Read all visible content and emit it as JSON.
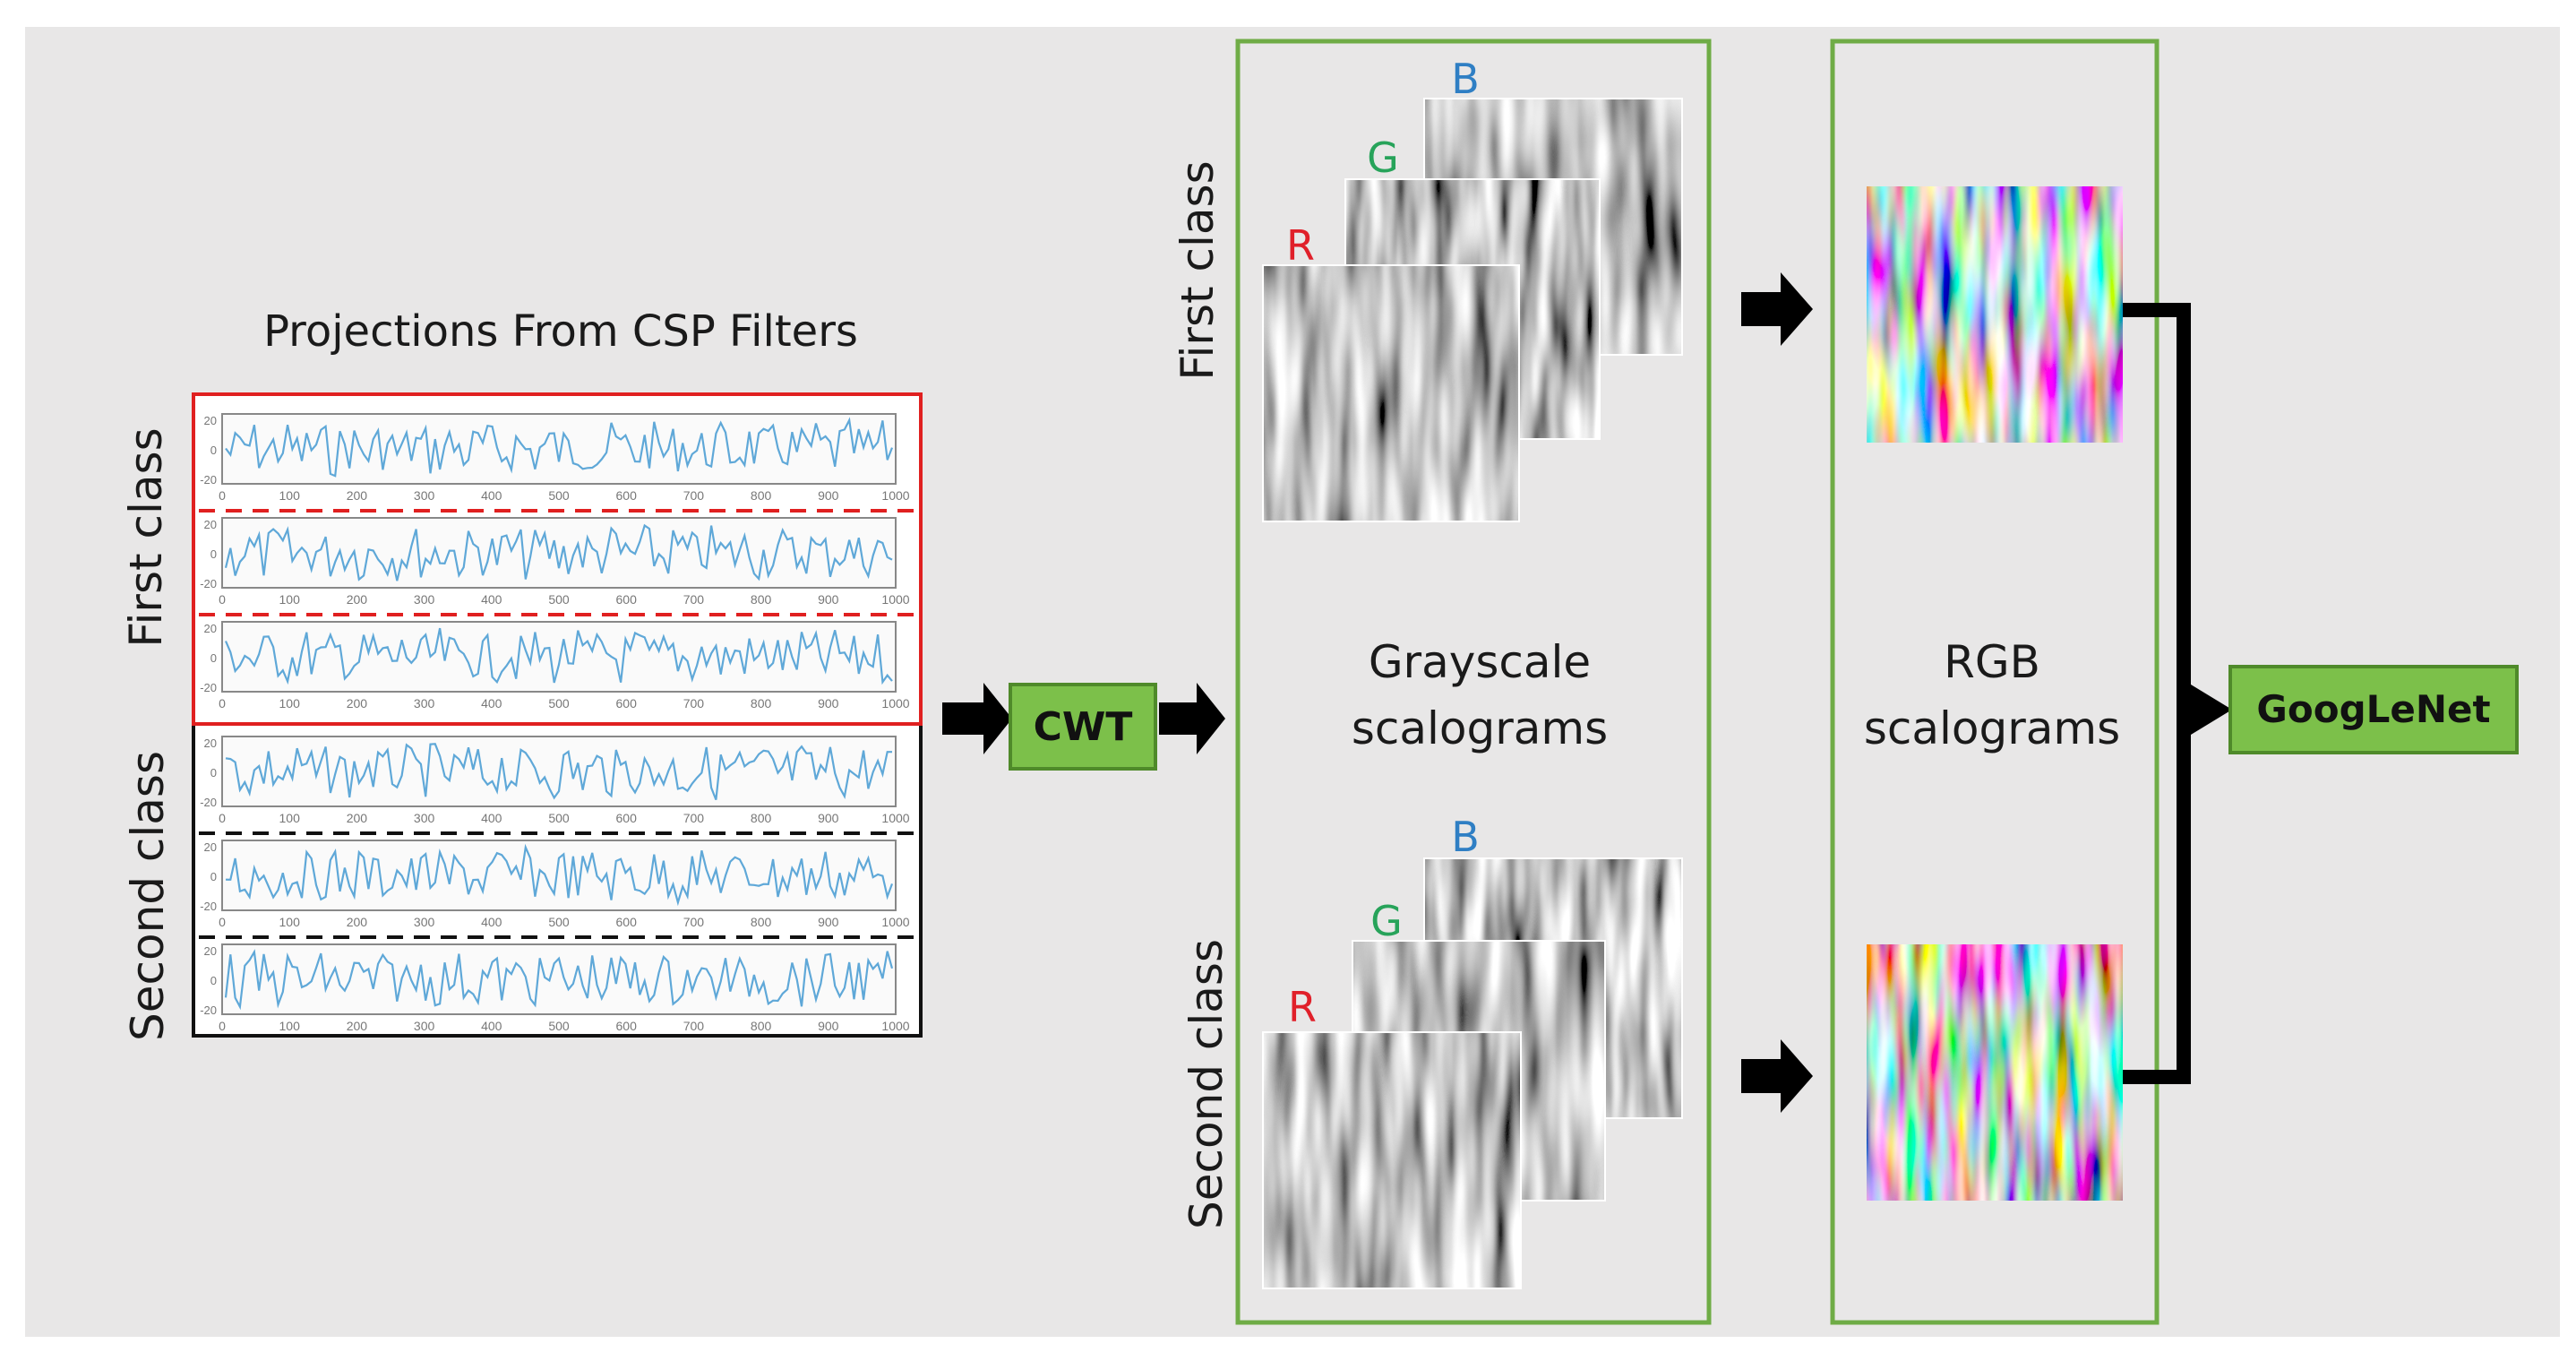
{
  "title": "Projections From CSP Filters",
  "labels": {
    "first_class": "First class",
    "second_class": "Second class",
    "gray_line1": "Grayscale",
    "gray_line2": "scalograms",
    "rgb_line1": "RGB",
    "rgb_line2": "scalograms"
  },
  "boxes": {
    "cwt": "CWT",
    "googlenet": "GoogLeNet"
  },
  "channels": {
    "r": "R",
    "g": "G",
    "b": "B"
  },
  "axis_ticks": [
    "0",
    "100",
    "200",
    "300",
    "400",
    "500",
    "600",
    "700",
    "800",
    "900",
    "1000"
  ],
  "y_ticks": [
    "20",
    "0",
    "-20"
  ],
  "colors": {
    "background": "#e8e7e7",
    "green_border": "#6fac46",
    "green_fill": "#7cc04a",
    "red_border": "#e02020",
    "signal": "#5fa8d8",
    "r_label": "#e0202a",
    "g_label": "#27a35a",
    "b_label": "#2f7fc4"
  }
}
